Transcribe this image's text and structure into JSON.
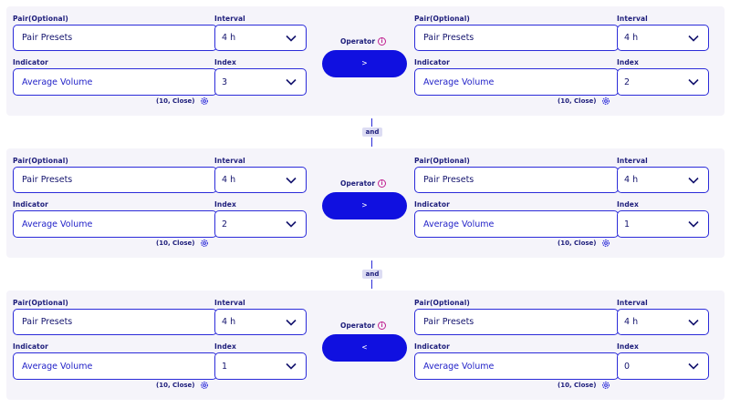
{
  "conditions": [
    {
      "left": {
        "pair_label": "Pair(Optional)",
        "pair_value": "Pair Presets",
        "interval_label": "Interval",
        "interval_value": "4 h",
        "indicator_label": "Indicator",
        "indicator_value": "Average Volume",
        "index_label": "Index",
        "index_value": "3",
        "params": "(10, Close)"
      },
      "operator_label": "Operator",
      "operator_value": ">",
      "right": {
        "pair_label": "Pair(Optional)",
        "pair_value": "Pair Presets",
        "interval_label": "Interval",
        "interval_value": "4 h",
        "indicator_label": "Indicator",
        "indicator_value": "Average Volume",
        "index_label": "Index",
        "index_value": "2",
        "params": "(10, Close)"
      }
    },
    {
      "left": {
        "pair_label": "Pair(Optional)",
        "pair_value": "Pair Presets",
        "interval_label": "Interval",
        "interval_value": "4 h",
        "indicator_label": "Indicator",
        "indicator_value": "Average Volume",
        "index_label": "Index",
        "index_value": "2",
        "params": "(10, Close)"
      },
      "operator_label": "Operator",
      "operator_value": ">",
      "right": {
        "pair_label": "Pair(Optional)",
        "pair_value": "Pair Presets",
        "interval_label": "Interval",
        "interval_value": "4 h",
        "indicator_label": "Indicator",
        "indicator_value": "Average Volume",
        "index_label": "Index",
        "index_value": "1",
        "params": "(10, Close)"
      }
    },
    {
      "left": {
        "pair_label": "Pair(Optional)",
        "pair_value": "Pair Presets",
        "interval_label": "Interval",
        "interval_value": "4 h",
        "indicator_label": "Indicator",
        "indicator_value": "Average Volume",
        "index_label": "Index",
        "index_value": "1",
        "params": "(10, Close)"
      },
      "operator_label": "Operator",
      "operator_value": "<",
      "right": {
        "pair_label": "Pair(Optional)",
        "pair_value": "Pair Presets",
        "interval_label": "Interval",
        "interval_value": "4 h",
        "indicator_label": "Indicator",
        "indicator_value": "Average Volume",
        "index_label": "Index",
        "index_value": "0",
        "params": "(10, Close)"
      }
    }
  ],
  "joiners": [
    "and",
    "and"
  ],
  "icons": {
    "info": "info-icon",
    "gear": "gear-icon",
    "chevron": "chevron-down-icon"
  },
  "colors": {
    "accent": "#1010e0",
    "border": "#2b2bd9",
    "panel_bg": "#f5f4fa",
    "info": "#c0208f",
    "joiner_bg": "#dcdcf3"
  }
}
